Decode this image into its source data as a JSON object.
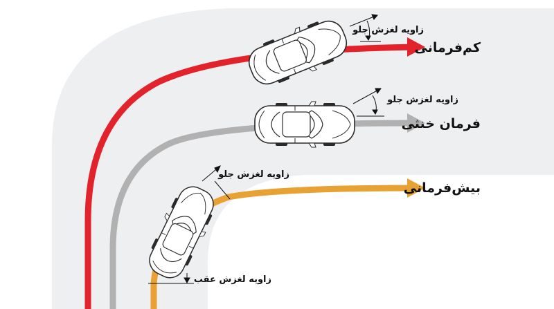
{
  "labels": {
    "understeer": "کم‌فرمانی",
    "neutral": "فرمان خنثی",
    "oversteer": "بیش‌فرمانی",
    "front_slip_angle": "زاویه لغزش جلو",
    "rear_slip_angle": "زاویه لغزش عقب"
  },
  "colors": {
    "road": "#eeeff1",
    "understeer": "#e3232b",
    "neutral": "#b1b1b1",
    "oversteer": "#e8a234",
    "car_body": "#ffffff",
    "car_outline": "#2a2a2a",
    "tire": "#2b2b2b",
    "text": "#111111"
  }
}
